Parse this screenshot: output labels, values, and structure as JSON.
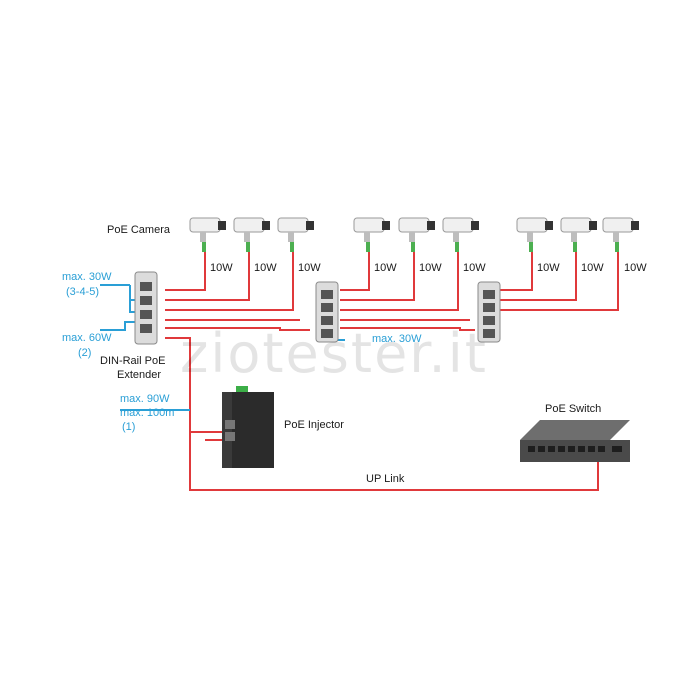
{
  "labels": {
    "poe_camera": "PoE Camera",
    "din_rail_line1": "DIN-Rail PoE",
    "din_rail_line2": "Extender",
    "poe_injector": "PoE Injector",
    "poe_switch": "PoE Switch",
    "uplink": "UP Link",
    "cam_power": "10W",
    "max30_a": "max. 30W",
    "max30_a_sub": "(3-4-5)",
    "max60": "max. 60W",
    "max60_sub": "(2)",
    "max90": "max. 90W",
    "max100m": "max. 100m",
    "max90_sub": "(1)",
    "max30_b": "max. 30W"
  },
  "watermark": "ziotester.it",
  "colors": {
    "poe_cable": "#e0393b",
    "annotation": "#2a9fd6",
    "device_dark": "#2b2b2b"
  }
}
